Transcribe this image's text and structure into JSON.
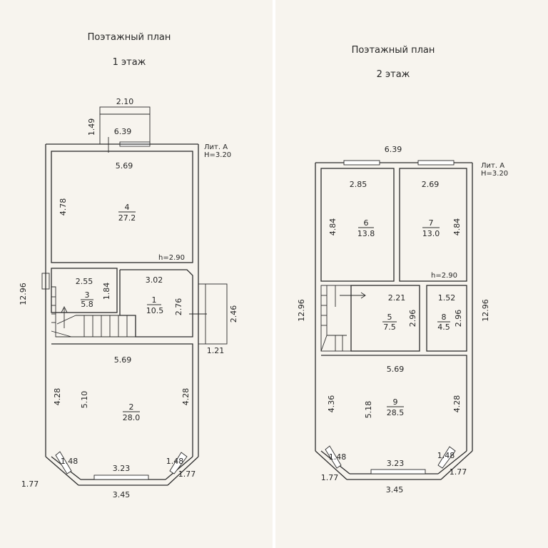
{
  "floor1": {
    "title": "Поэтажный план",
    "subtitle": "1 этаж",
    "lit_label": "Лит. А",
    "height_label": "H=3.20",
    "room_height": "h=2.90",
    "dims": {
      "porch_width": "2.10",
      "porch_depth": "1.49",
      "top_outer": "6.39",
      "room4_width": "5.69",
      "room4_depth": "4.78",
      "left_total": "12.96",
      "room3_width": "2.55",
      "room3_depth": "1.84",
      "room1_width": "3.02",
      "room1_depth": "2.76",
      "stoop_depth": "2.46",
      "stoop_width": "1.21",
      "room2_width": "5.69",
      "room2_left": "4.28",
      "room2_depth": "5.10",
      "room2_right": "4.28",
      "bay_left": "1.48",
      "bay_mid": "3.23",
      "bay_right": "1.48",
      "outer_left": "1.77",
      "outer_right": "1.77",
      "bottom_outer": "3.45"
    },
    "rooms": [
      {
        "no": "4",
        "area": "27.2"
      },
      {
        "no": "3",
        "area": "5.8"
      },
      {
        "no": "1",
        "area": "10.5"
      },
      {
        "no": "2",
        "area": "28.0"
      }
    ]
  },
  "floor2": {
    "title": "Поэтажный план",
    "subtitle": "2 этаж",
    "lit_label": "Лит. А",
    "height_label": "H=3.20",
    "room_height": "h=2.90",
    "dims": {
      "top_outer": "6.39",
      "room6_width": "2.85",
      "room6_depth": "4.84",
      "room7_width": "2.69",
      "room7_depth": "4.84",
      "left_total": "12.96",
      "right_total": "12.96",
      "room5_width": "2.21",
      "room5_depth": "2.96",
      "room8_width": "1.52",
      "room8_depth": "2.96",
      "room9_width": "5.69",
      "room9_left": "4.36",
      "room9_depth": "5.18",
      "room9_right": "4.28",
      "bay_left": "1.48",
      "bay_mid": "3.23",
      "bay_right": "1.48",
      "outer_left": "1.77",
      "outer_right": "1.77",
      "bottom_outer": "3.45"
    },
    "rooms": [
      {
        "no": "6",
        "area": "13.8"
      },
      {
        "no": "7",
        "area": "13.0"
      },
      {
        "no": "5",
        "area": "7.5"
      },
      {
        "no": "8",
        "area": "4.5"
      },
      {
        "no": "9",
        "area": "28.5"
      }
    ]
  }
}
